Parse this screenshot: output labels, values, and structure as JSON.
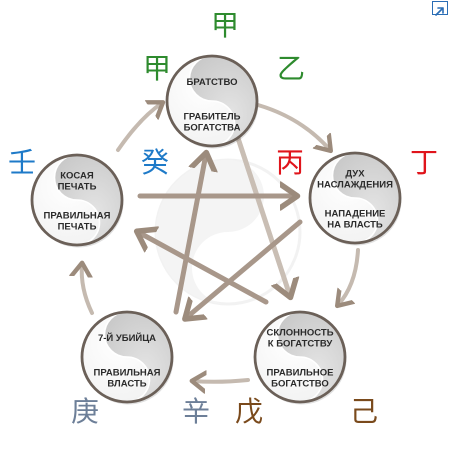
{
  "corner_icon": "expand-icon",
  "colors": {
    "wood": "#2e8b2e",
    "fire": "#e0141b",
    "water": "#1e7ac8",
    "metal": "#6d7f98",
    "earth": "#7a4a1c",
    "arrow": "#9c8b7c",
    "ring": "#6b6058"
  },
  "nodes": {
    "top": {
      "upper": [
        "БРАТСТВО"
      ],
      "lower": [
        "ГРАБИТЕЛЬ",
        "БОГАТСТВА"
      ]
    },
    "right": {
      "upper": [
        "ДУХ",
        "НАСЛАЖДЕНИЯ"
      ],
      "lower": [
        "НАПАДЕНИЕ",
        "НА ВЛАСТЬ"
      ]
    },
    "bottom_right": {
      "upper": [
        "СКЛОННОСТЬ",
        "К БОГАТСТВУ"
      ],
      "lower": [
        "ПРАВИЛЬНОЕ",
        "БОГАТСТВО"
      ]
    },
    "bottom_left": {
      "upper": [
        "7-Й УБИЙЦА"
      ],
      "lower": [
        "ПРАВИЛЬНАЯ",
        "ВЛАСТЬ"
      ]
    },
    "left": {
      "upper": [
        "КОСАЯ",
        "ПЕЧАТЬ"
      ],
      "lower": [
        "ПРАВИЛЬНАЯ",
        "ПЕЧАТЬ"
      ]
    }
  },
  "stems": {
    "jia_top": "甲",
    "jia_left": "甲",
    "yi": "乙",
    "bing": "丙",
    "ding": "丁",
    "ren": "壬",
    "gui": "癸",
    "geng": "庚",
    "xin": "辛",
    "wu": "戊",
    "ji": "己"
  }
}
